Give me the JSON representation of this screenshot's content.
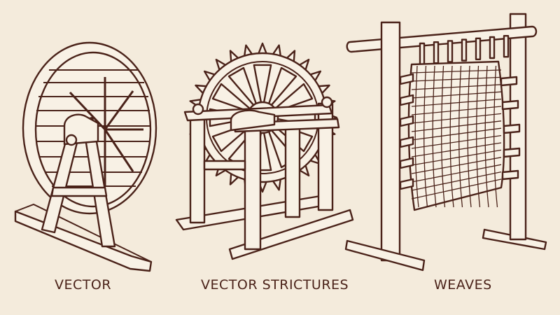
{
  "palette": {
    "background": "#f4ebdc",
    "ink": "#4a2219",
    "fill": "#f8f1e5",
    "shade": "#e3d4bd"
  },
  "captions": {
    "first": "VECTOR",
    "second": "VECTOR STRICTURES",
    "third": "WEAVES"
  }
}
